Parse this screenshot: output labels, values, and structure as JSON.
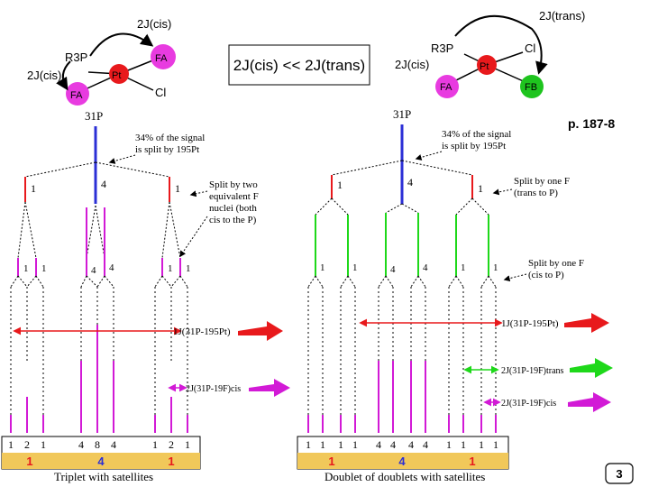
{
  "left_molecule": {
    "coupling_top": "2J(cis)",
    "coupling_side": "2J(cis)",
    "r3p": "R3P",
    "pt": "Pt",
    "fa_top": "FA",
    "fa_bottom": "FA",
    "cl": "Cl"
  },
  "right_molecule": {
    "coupling_top": "2J(trans)",
    "coupling_side": "2J(cis)",
    "r3p": "R3P",
    "pt": "Pt",
    "cl": "Cl",
    "fa": "FA",
    "fb": "FB"
  },
  "comparison": "2J(cis) << 2J(trans)",
  "page_ref": "p. 187-8",
  "slide_number": "3",
  "nucleus_label": "31P",
  "colors": {
    "red": "#e8191c",
    "blue": "#2b2fd6",
    "magenta": "#d21ad6",
    "green": "#1ed81a",
    "pt_red": "#e8191c",
    "f_magenta": "#e83be0",
    "f_green": "#1ec41e"
  },
  "left": {
    "pt_note": [
      "34% of the signal",
      "is split by 195Pt"
    ],
    "level1_labels": [
      "1",
      "4",
      "1"
    ],
    "split_note": [
      "Split by two",
      "equivalent F",
      "nuclei (both",
      "cis to the P)"
    ],
    "level2_labels": [
      "1",
      "1",
      "4",
      "4",
      "1",
      "1"
    ],
    "bottom_labels": [
      "1",
      "2",
      "1",
      "4",
      "8",
      "4",
      "1",
      "2",
      "1"
    ],
    "bottom_box_values": [
      "1",
      "4",
      "1"
    ],
    "caption": "Triplet with satellites"
  },
  "right": {
    "pt_note": [
      "34% of the signal",
      "is split by 195Pt"
    ],
    "level1_labels": [
      "1",
      "4",
      "1"
    ],
    "split_trans_note": [
      "Split by one F",
      "(trans to P)"
    ],
    "split_cis_note": [
      "Split by one F",
      "(cis to P)"
    ],
    "level2_labels": [
      "1",
      "1",
      "4",
      "4",
      "1",
      "1"
    ],
    "bottom_labels": [
      "1",
      "1",
      "1",
      "1",
      "4",
      "4",
      "4",
      "4",
      "1",
      "1",
      "1",
      "1"
    ],
    "bottom_box_values": [
      "1",
      "4",
      "1"
    ],
    "caption": "Doublet of doublets with satellites"
  },
  "couplings": {
    "j_pt_left": "1J(31P-195Pt)",
    "j_pt_right": "1J(31P-195Pt)",
    "j_ftrans": "2J(31P-19F)trans",
    "j_fcis_left": "2J(31P-19F)cis",
    "j_fcis_right": "2J(31P-19F)cis"
  }
}
